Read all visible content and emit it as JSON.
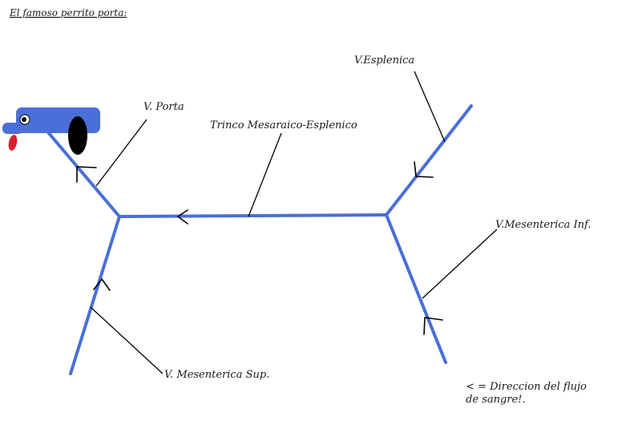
{
  "title": "El famoso perrito porta:",
  "labels": {
    "esplenica": "V.Esplenica",
    "porta": "V. Porta",
    "tronco": "Trinco Mesaraico-Esplenico",
    "mesenterica_inf": "V.Mesenterica Inf.",
    "mesenterica_sup": "V. Mesenterica Sup."
  },
  "legend": {
    "line1": "< = Direccion del flujo",
    "line2": "de sangre!."
  },
  "colors": {
    "vessel": "#4b6fd8",
    "tongue": "#d8202a",
    "ear": "#000000"
  },
  "icons": [
    "dog-head-icon",
    "dog-ear-icon",
    "dog-tongue-icon",
    "dog-eye-icon",
    "flow-arrow-icon"
  ]
}
